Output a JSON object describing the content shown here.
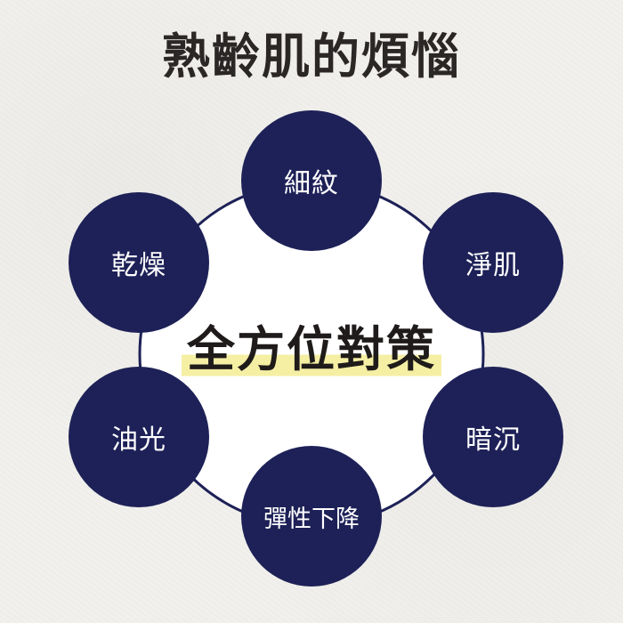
{
  "title": "熟齡肌的煩惱",
  "center_label": "全方位對策",
  "nodes": [
    {
      "label": "細紋"
    },
    {
      "label": "淨肌"
    },
    {
      "label": "暗沉"
    },
    {
      "label": "彈性下降"
    },
    {
      "label": "油光"
    },
    {
      "label": "乾燥"
    }
  ],
  "colors": {
    "node_fill": "#1d2157",
    "node_text": "#ffffff",
    "ring_stroke": "#1d2157",
    "highlight": "#f5efa4",
    "background": "#f1f0ec",
    "title_text": "#2b2726"
  }
}
